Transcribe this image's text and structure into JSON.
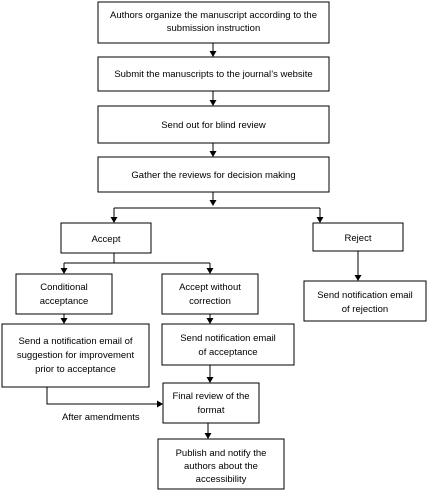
{
  "flowchart": {
    "steps": {
      "organize": [
        "Authors organize the manuscript according to the",
        "submission instruction"
      ],
      "submit": [
        "Submit the manuscripts to the journal’s website"
      ],
      "blind_review": [
        "Send out for blind review"
      ],
      "gather": [
        "Gather the reviews for decision making"
      ],
      "accept": [
        "Accept"
      ],
      "reject": [
        "Reject"
      ],
      "conditional": [
        "Conditional",
        "acceptance"
      ],
      "accept_without": [
        "Accept without",
        "correction"
      ],
      "notify_rejection": [
        "Send notification email",
        "of rejection"
      ],
      "notify_suggestion": [
        "Send a notification email of",
        "suggestion for improvement",
        "prior to acceptance"
      ],
      "notify_acceptance": [
        "Send notification email",
        "of acceptance"
      ],
      "final_review": [
        "Final review of the",
        "format"
      ],
      "publish": [
        "Publish and notify the",
        "authors about the",
        "accessibility"
      ]
    },
    "edge_labels": {
      "after_amendments": "After amendments"
    }
  }
}
